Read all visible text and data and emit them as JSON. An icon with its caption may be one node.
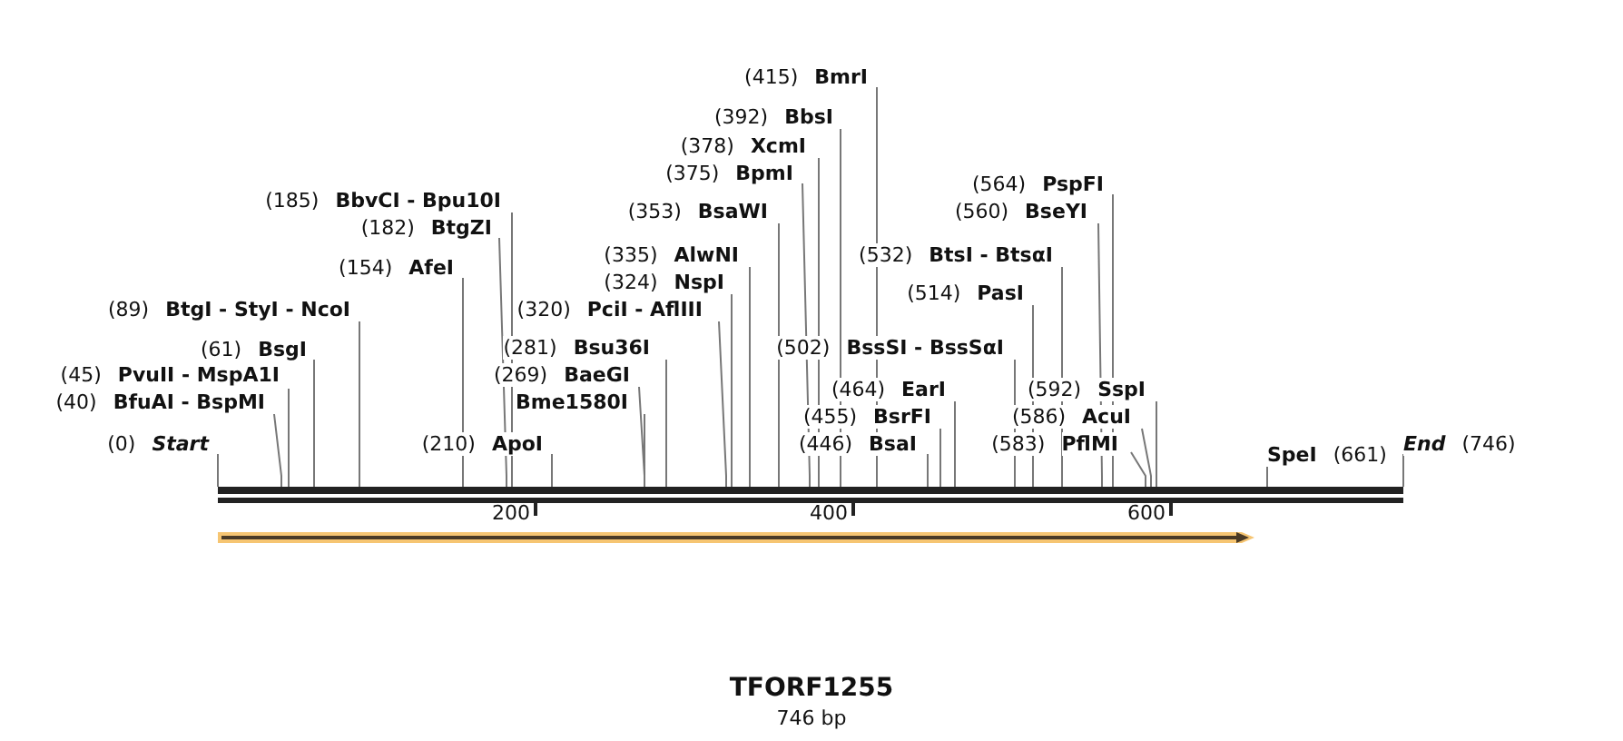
{
  "diagram": {
    "title": "TFORF1255",
    "caption": "746 bp",
    "nodes": [
      {
        "text": [
          "(0)",
          "Start"
        ]
      },
      {
        "text": [
          "(40)",
          "BfuAI - BspMI"
        ]
      },
      {
        "text": [
          "(45)",
          "PvuII - MspA1I"
        ]
      },
      {
        "text": [
          "(61)",
          "BsgI"
        ]
      },
      {
        "text": [
          "(89)",
          "BtgI - StyI - NcoI"
        ]
      },
      {
        "text": [
          "(154)",
          "AfeI"
        ]
      },
      {
        "text": [
          "(182)",
          "BtgZI"
        ]
      },
      {
        "text": [
          "(185)",
          "BbvCI - Bpu10I"
        ]
      },
      {
        "text": [
          "(210)",
          "ApoI"
        ]
      },
      {
        "text": [
          "Bme1580I"
        ]
      },
      {
        "text": [
          "(269)",
          "BaeGI"
        ]
      },
      {
        "text": [
          "(281)",
          "Bsu36I"
        ]
      },
      {
        "text": [
          "(320)",
          "PciI - AflIII"
        ]
      },
      {
        "text": [
          "(324)",
          "NspI"
        ]
      },
      {
        "text": [
          "(335)",
          "AlwNI"
        ]
      },
      {
        "text": [
          "(353)",
          "BsaWI"
        ]
      },
      {
        "text": [
          "(375)",
          "BpmI"
        ]
      },
      {
        "text": [
          "(378)",
          "XcmI"
        ]
      },
      {
        "text": [
          "(392)",
          "BbsI"
        ]
      },
      {
        "text": [
          "(415)",
          "BmrI"
        ]
      },
      {
        "text": [
          "(446)",
          "BsaI"
        ]
      },
      {
        "text": [
          "(455)",
          "BsrFI"
        ]
      },
      {
        "text": [
          "(464)",
          "EarI"
        ]
      },
      {
        "text": [
          "(502)",
          "BssSI - BssSαI"
        ]
      },
      {
        "text": [
          "(514)",
          "PasI"
        ]
      },
      {
        "text": [
          "(532)",
          "BtsI - BtsαI"
        ]
      },
      {
        "text": [
          "(560)",
          "BseYI"
        ]
      },
      {
        "text": [
          "(564)",
          "PspFI"
        ]
      },
      {
        "text": [
          "(583)",
          "PflMI"
        ]
      },
      {
        "text": [
          "(586)",
          "AcuI"
        ]
      },
      {
        "text": [
          "(592)",
          "SspI"
        ]
      },
      {
        "text": [
          "SpeI",
          "(661)"
        ]
      },
      {
        "text": [
          "End",
          "(746)"
        ]
      },
      {
        "text": [],
        "shape": "bar"
      }
    ],
    "edges": [
      {
        "from": 0,
        "to": 33,
        "arrow": "none"
      },
      {
        "from": 1,
        "to": 33,
        "arrow": "none"
      },
      {
        "from": 2,
        "to": 33,
        "arrow": "none"
      },
      {
        "from": 3,
        "to": 33,
        "arrow": "none"
      },
      {
        "from": 4,
        "to": 33,
        "arrow": "none"
      },
      {
        "from": 5,
        "to": 33,
        "arrow": "none"
      },
      {
        "from": 6,
        "to": 33,
        "arrow": "none"
      },
      {
        "from": 7,
        "to": 33,
        "arrow": "none"
      },
      {
        "from": 8,
        "to": 33,
        "arrow": "none"
      },
      {
        "from": 9,
        "to": 33,
        "arrow": "none"
      },
      {
        "from": 10,
        "to": 33,
        "arrow": "none"
      },
      {
        "from": 11,
        "to": 33,
        "arrow": "none"
      },
      {
        "from": 12,
        "to": 33,
        "arrow": "none"
      },
      {
        "from": 13,
        "to": 33,
        "arrow": "none"
      },
      {
        "from": 14,
        "to": 33,
        "arrow": "none"
      },
      {
        "from": 15,
        "to": 33,
        "arrow": "none"
      },
      {
        "from": 16,
        "to": 33,
        "arrow": "none"
      },
      {
        "from": 17,
        "to": 33,
        "arrow": "none"
      },
      {
        "from": 18,
        "to": 33,
        "arrow": "none"
      },
      {
        "from": 19,
        "to": 33,
        "arrow": "none"
      },
      {
        "from": 20,
        "to": 33,
        "arrow": "none"
      },
      {
        "from": 21,
        "to": 33,
        "arrow": "none"
      },
      {
        "from": 22,
        "to": 33,
        "arrow": "none"
      },
      {
        "from": 23,
        "to": 33,
        "arrow": "none"
      },
      {
        "from": 24,
        "to": 33,
        "arrow": "none"
      },
      {
        "from": 25,
        "to": 33,
        "arrow": "none"
      },
      {
        "from": 26,
        "to": 33,
        "arrow": "none"
      },
      {
        "from": 27,
        "to": 33,
        "arrow": "none"
      },
      {
        "from": 28,
        "to": 33,
        "arrow": "none"
      },
      {
        "from": 29,
        "to": 33,
        "arrow": "none"
      },
      {
        "from": 30,
        "to": 33,
        "arrow": "none"
      },
      {
        "from": 31,
        "to": 33,
        "arrow": "none"
      },
      {
        "from": 32,
        "to": 33,
        "arrow": "none"
      }
    ],
    "labels": [
      "200",
      "400",
      "600"
    ]
  }
}
